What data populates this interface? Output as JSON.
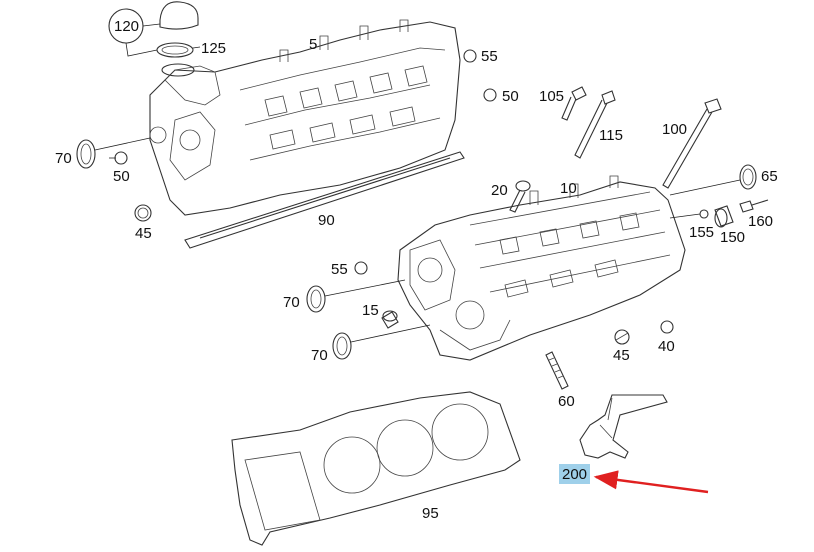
{
  "diagram": {
    "part_numbers": {
      "p120": "120",
      "p125": "125",
      "p5": "5",
      "p55a": "55",
      "p50a": "50",
      "p105": "105",
      "p115": "115",
      "p100": "100",
      "p70a": "70",
      "p50b": "50",
      "p45a": "45",
      "p90": "90",
      "p20": "20",
      "p10": "10",
      "p65": "65",
      "p160": "160",
      "p155": "155",
      "p150": "150",
      "p55b": "55",
      "p70b": "70",
      "p15": "15",
      "p70c": "70",
      "p45b": "45",
      "p40": "40",
      "p60": "60",
      "p200": "200",
      "p95": "95"
    },
    "highlight_color": "#9fd0ea",
    "arrow_color": "#e02020"
  }
}
